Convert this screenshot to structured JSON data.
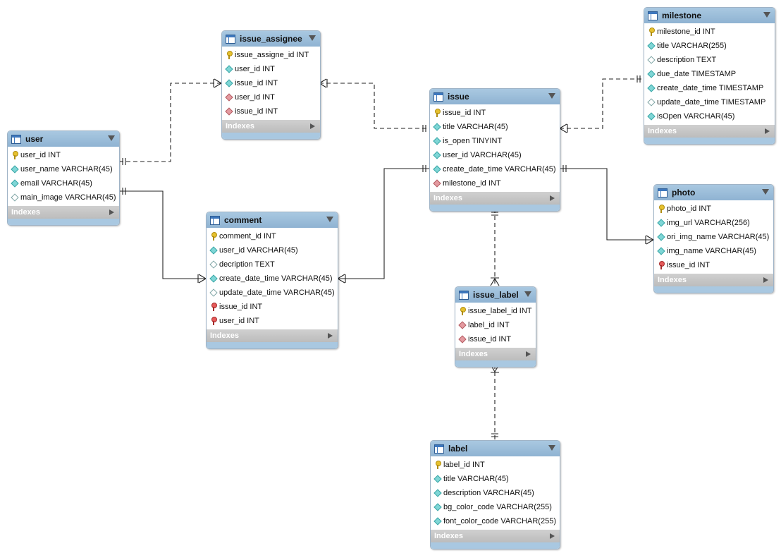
{
  "tables": {
    "user": {
      "name": "user",
      "columns": [
        {
          "text": "user_id INT",
          "icon": "primary-key-icon"
        },
        {
          "text": "user_name VARCHAR(45)",
          "icon": "column-diamond-icon"
        },
        {
          "text": "email VARCHAR(45)",
          "icon": "column-diamond-icon"
        },
        {
          "text": "main_image VARCHAR(45)",
          "icon": "nullable-column-icon"
        }
      ],
      "indexes": "Indexes"
    },
    "issue_assignee": {
      "name": "issue_assignee",
      "columns": [
        {
          "text": "issue_assigne_id INT",
          "icon": "primary-key-icon"
        },
        {
          "text": "user_id INT",
          "icon": "column-diamond-icon"
        },
        {
          "text": "issue_id INT",
          "icon": "column-diamond-icon"
        },
        {
          "text": "user_id INT",
          "icon": "foreign-key-diamond-icon"
        },
        {
          "text": "issue_id INT",
          "icon": "foreign-key-diamond-icon"
        }
      ],
      "indexes": "Indexes"
    },
    "comment": {
      "name": "comment",
      "columns": [
        {
          "text": "comment_id INT",
          "icon": "primary-key-icon"
        },
        {
          "text": "user_id VARCHAR(45)",
          "icon": "column-diamond-icon"
        },
        {
          "text": "decription TEXT",
          "icon": "nullable-column-icon"
        },
        {
          "text": "create_date_time VARCHAR(45)",
          "icon": "column-diamond-icon"
        },
        {
          "text": "update_date_time VARCHAR(45)",
          "icon": "nullable-column-icon"
        },
        {
          "text": "issue_id INT",
          "icon": "foreign-key-icon"
        },
        {
          "text": "user_id INT",
          "icon": "foreign-key-icon"
        }
      ],
      "indexes": "Indexes"
    },
    "issue": {
      "name": "issue",
      "columns": [
        {
          "text": "issue_id INT",
          "icon": "primary-key-icon"
        },
        {
          "text": "title VARCHAR(45)",
          "icon": "column-diamond-icon"
        },
        {
          "text": "is_open TINYINT",
          "icon": "column-diamond-icon"
        },
        {
          "text": "user_id VARCHAR(45)",
          "icon": "column-diamond-icon"
        },
        {
          "text": "create_date_time VARCHAR(45)",
          "icon": "column-diamond-icon"
        },
        {
          "text": "milestone_id INT",
          "icon": "foreign-key-diamond-icon"
        }
      ],
      "indexes": "Indexes"
    },
    "milestone": {
      "name": "milestone",
      "columns": [
        {
          "text": "milestone_id INT",
          "icon": "primary-key-icon"
        },
        {
          "text": "title VARCHAR(255)",
          "icon": "column-diamond-icon"
        },
        {
          "text": "description TEXT",
          "icon": "nullable-column-icon"
        },
        {
          "text": "due_date TIMESTAMP",
          "icon": "column-diamond-icon"
        },
        {
          "text": "create_date_time TIMESTAMP",
          "icon": "column-diamond-icon"
        },
        {
          "text": "update_date_time TIMESTAMP",
          "icon": "nullable-column-icon"
        },
        {
          "text": "isOpen VARCHAR(45)",
          "icon": "column-diamond-icon"
        }
      ],
      "indexes": "Indexes"
    },
    "photo": {
      "name": "photo",
      "columns": [
        {
          "text": "photo_id INT",
          "icon": "primary-key-icon"
        },
        {
          "text": "img_url VARCHAR(256)",
          "icon": "column-diamond-icon"
        },
        {
          "text": "ori_img_name VARCHAR(45)",
          "icon": "column-diamond-icon"
        },
        {
          "text": "img_name VARCHAR(45)",
          "icon": "column-diamond-icon"
        },
        {
          "text": "issue_id INT",
          "icon": "foreign-key-icon"
        }
      ],
      "indexes": "Indexes"
    },
    "issue_label": {
      "name": "issue_label",
      "columns": [
        {
          "text": "issue_label_id INT",
          "icon": "primary-key-icon"
        },
        {
          "text": "label_id INT",
          "icon": "foreign-key-diamond-icon"
        },
        {
          "text": "issue_id INT",
          "icon": "foreign-key-diamond-icon"
        }
      ],
      "indexes": "Indexes"
    },
    "label": {
      "name": "label",
      "columns": [
        {
          "text": "label_id INT",
          "icon": "primary-key-icon"
        },
        {
          "text": "title VARCHAR(45)",
          "icon": "column-diamond-icon"
        },
        {
          "text": "description VARCHAR(45)",
          "icon": "column-diamond-icon"
        },
        {
          "text": "bg_color_code VARCHAR(255)",
          "icon": "column-diamond-icon"
        },
        {
          "text": "font_color_code VARCHAR(255)",
          "icon": "column-diamond-icon"
        }
      ],
      "indexes": "Indexes"
    }
  },
  "relationships": [
    {
      "from": "user",
      "to": "issue_assignee",
      "from_end": "one",
      "to_end": "many",
      "identifying": false
    },
    {
      "from": "issue",
      "to": "issue_assignee",
      "from_end": "one",
      "to_end": "many",
      "identifying": false
    },
    {
      "from": "user",
      "to": "comment",
      "from_end": "one",
      "to_end": "many",
      "identifying": true
    },
    {
      "from": "issue",
      "to": "comment",
      "from_end": "one",
      "to_end": "many",
      "identifying": true
    },
    {
      "from": "milestone",
      "to": "issue",
      "from_end": "one",
      "to_end": "many",
      "identifying": false
    },
    {
      "from": "issue",
      "to": "photo",
      "from_end": "one",
      "to_end": "many",
      "identifying": true
    },
    {
      "from": "issue",
      "to": "issue_label",
      "from_end": "one",
      "to_end": "many",
      "identifying": false
    },
    {
      "from": "label",
      "to": "issue_label",
      "from_end": "one",
      "to_end": "many",
      "identifying": false
    }
  ],
  "colors": {
    "header": "#a9c8e1",
    "indexes_bar": "#c6c6c6",
    "primary_key": "#e6c12e",
    "column_diamond": "#7fd6d6",
    "foreign_key": "#e49aa0"
  }
}
